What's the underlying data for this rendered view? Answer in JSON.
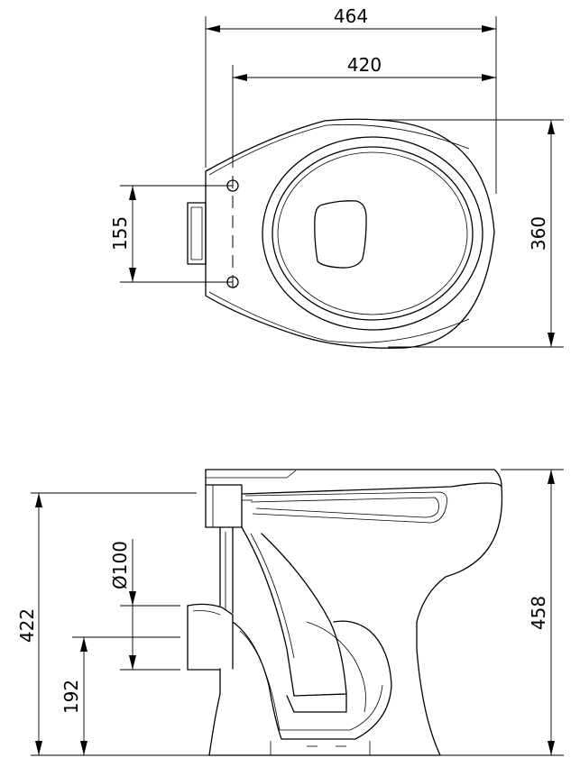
{
  "top_view": {
    "dim_total_length": "464",
    "dim_bowl_length": "420",
    "dim_width": "360",
    "dim_fixing_holes": "155"
  },
  "side_view": {
    "dim_outlet_height": "422",
    "dim_outlet_center": "192",
    "dim_outlet_diameter": "Ø100",
    "dim_total_height": "458"
  }
}
